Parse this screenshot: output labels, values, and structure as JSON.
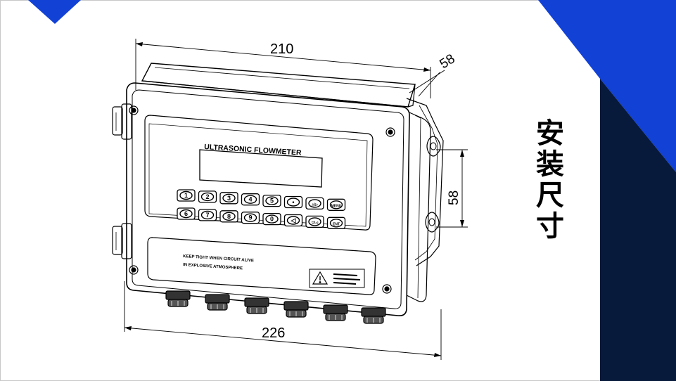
{
  "title_chars": [
    "安",
    "装",
    "尺",
    "寸"
  ],
  "dimensions": {
    "width_top": "210",
    "depth": "58",
    "mount_spacing": "58",
    "width_bottom": "226"
  },
  "device": {
    "label": "ULTRASONIC  FLOWMETER",
    "warning_line1": "KEEP TIGHT WHEN CIRCUIT ALIVE",
    "warning_line2": "IN EXPLOSIVE ATMOSPHERE",
    "keys_row1": [
      "1",
      "2",
      "3",
      "4",
      "5",
      "•",
      "△/▷",
      "MENU"
    ],
    "keys_row2": [
      "6",
      "7",
      "8",
      "9",
      "0",
      "◁",
      "▽/◁",
      "ENT"
    ]
  },
  "colors": {
    "accent_blue": "#1241d6",
    "navy": "#071a3b"
  }
}
